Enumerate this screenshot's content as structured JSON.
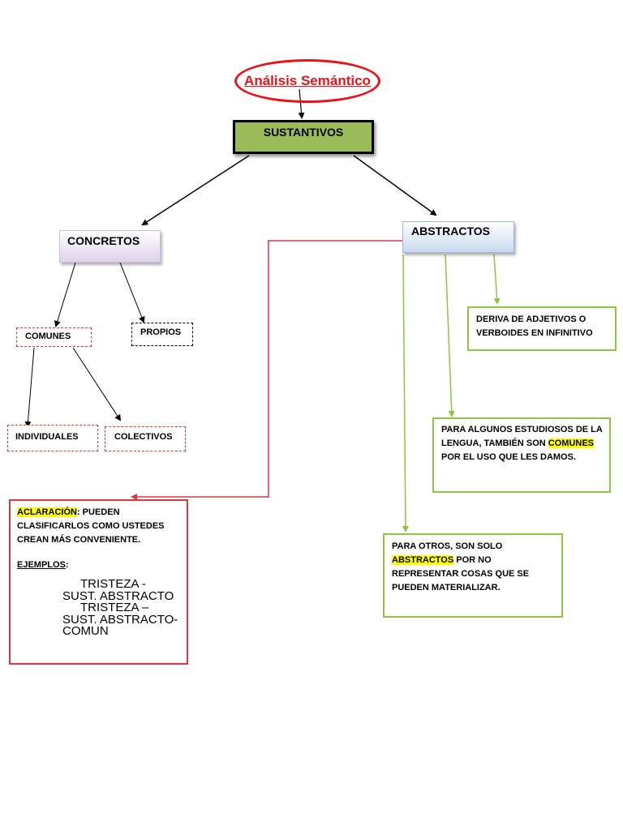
{
  "title": "Análisis Semántico",
  "root": "SUSTANTIVOS",
  "concretos": {
    "label": "CONCRETOS",
    "comunes": "COMUNES",
    "propios": "PROPIOS",
    "individuales": "INDIVIDUALES",
    "colectivos": "COLECTIVOS"
  },
  "abstractos": {
    "label": "ABSTRACTOS",
    "deriva": "DERIVA DE ADJETIVOS O VERBOIDES EN INFINITIVO",
    "algunos_pre": "PARA ALGUNOS ESTUDIOSOS DE LA LENGUA, TAMBIÉN SON ",
    "algunos_hl": "COMUNES",
    "algunos_post": " POR EL USO QUE LES DAMOS.",
    "otros_pre": "PARA OTROS, SON SOLO ",
    "otros_hl": "ABSTRACTOS",
    "otros_post": " POR NO REPRESENTAR COSAS QUE SE PUEDEN MATERIALIZAR."
  },
  "aclaracion": {
    "label": "ACLARACIÓN",
    "text": ": PUEDEN CLASIFICARLOS COMO USTEDES CREAN MÁS CONVENIENTE.",
    "ejemplos_label": "EJEMPLOS",
    "ejemplos_colon": ":",
    "example1_a": "TRISTEZA  -",
    "example1_b": "SUST. ABSTRACTO",
    "example2_a": "TRISTEZA –",
    "example2_b": "SUST. ABSTRACTO-COMUN"
  },
  "colors": {
    "title_red": "#e8131b",
    "root_green": "#9bbb59",
    "branch_green": "#8dc63f",
    "note_red": "#d9363e",
    "highlight": "#ffff00"
  }
}
